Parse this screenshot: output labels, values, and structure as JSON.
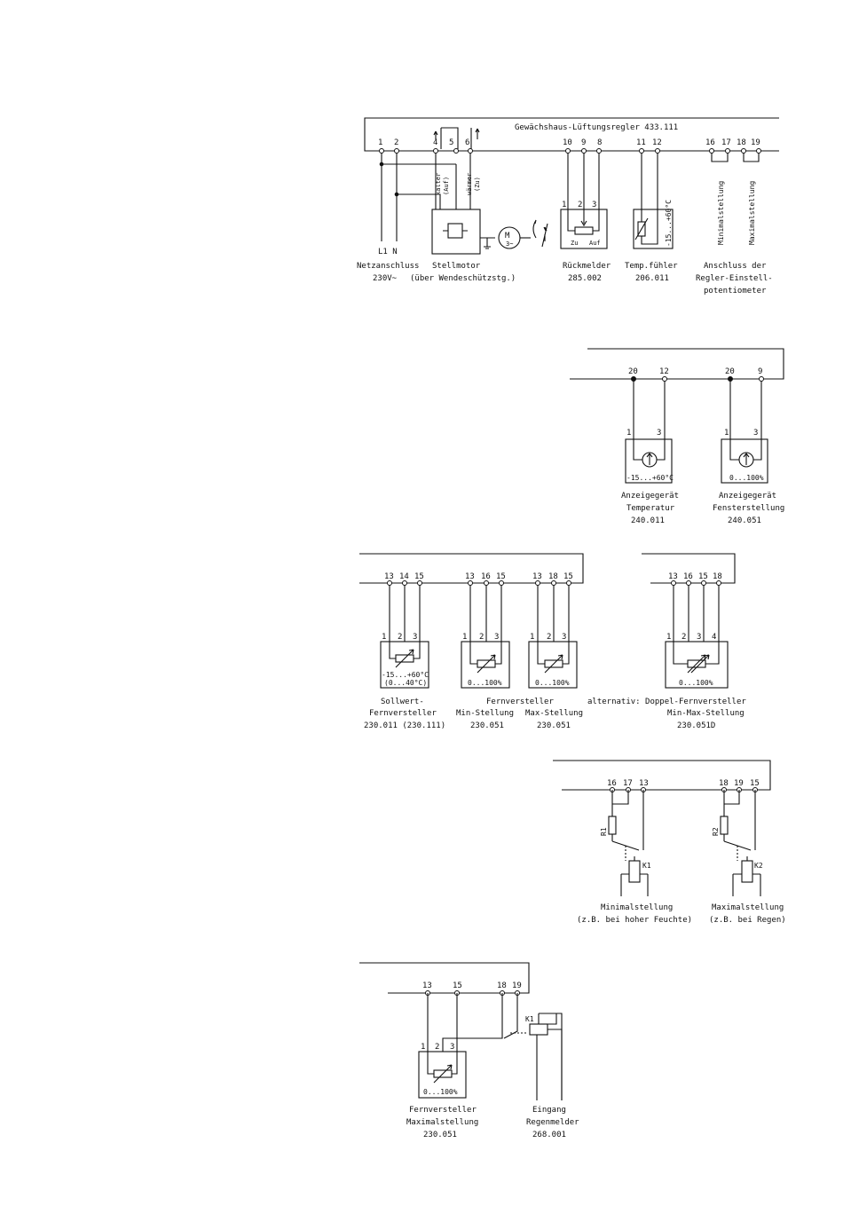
{
  "s1": {
    "title": "Gewächshaus-Lüftungsregler 433.111",
    "terminals": [
      "1",
      "2",
      "4",
      "5",
      "6",
      "10",
      "9",
      "8",
      "11",
      "12",
      "16",
      "17",
      "18",
      "19"
    ],
    "label_kalter": "kälter",
    "label_auf": "(Auf)",
    "label_waermer": "wärmer",
    "label_zu": "(Zu)",
    "rm_terminals": [
      "1",
      "2",
      "3"
    ],
    "rm_zu": "Zu",
    "rm_auf": "Auf",
    "tf_range": "-15...+60°C",
    "motor_m": "M",
    "motor_tilde": "3~",
    "min_vert": "Minimalstellung",
    "max_vert": "Maximalstellung",
    "l1n": "L1  N",
    "netz_1": "Netzanschluss",
    "netz_2": "230V~",
    "stell_1": "Stellmotor",
    "stell_2": "(über Wendeschützstg.)",
    "rm_1": "Rückmelder",
    "rm_2": "285.002",
    "tf_1": "Temp.fühler",
    "tf_2": "206.011",
    "an_1": "Anschluss der",
    "an_2": "Regler-Einstell-",
    "an_3": "potentiometer"
  },
  "s2": {
    "terminals": [
      "20",
      "12",
      "20",
      "9"
    ],
    "dev_terminals": [
      "1",
      "3",
      "1",
      "3"
    ],
    "range_temp": "-15...+60°C",
    "range_pct": "0...100%",
    "temp_1": "Anzeigegerät",
    "temp_2": "Temperatur",
    "temp_3": "240.011",
    "fen_1": "Anzeigegerät",
    "fen_2": "Fensterstellung",
    "fen_3": "240.051"
  },
  "s3": {
    "g1": [
      "13",
      "14",
      "15"
    ],
    "g2": [
      "13",
      "16",
      "15"
    ],
    "g3": [
      "13",
      "18",
      "15"
    ],
    "g4": [
      "13",
      "16",
      "15",
      "18"
    ],
    "dev3": [
      "1",
      "2",
      "3"
    ],
    "dev4": [
      "1",
      "2",
      "3",
      "4"
    ],
    "sw_range_1": "-15...+60°C",
    "sw_range_2": "(0...40°C)",
    "pct": "0...100%",
    "sw_1": "Sollwert-",
    "sw_2": "Fernversteller",
    "sw_3": "230.011 (230.111)",
    "fv_1": "Fernversteller",
    "fv_min": "Min-Stellung",
    "fv_max": "Max-Stellung",
    "fv_no": "230.051",
    "alt_1": "alternativ: Doppel-Fernversteller",
    "alt_2": "Min-Max-Stellung",
    "alt_3": "230.051D"
  },
  "s4": {
    "t1": [
      "16",
      "17",
      "13"
    ],
    "t2": [
      "18",
      "19",
      "15"
    ],
    "r1": "R1",
    "r2": "R2",
    "k1": "K1",
    "k2": "K2",
    "min_1": "Minimalstellung",
    "min_2": "(z.B. bei hoher Feuchte)",
    "max_1": "Maximalstellung",
    "max_2": "(z.B. bei Regen)"
  },
  "s5": {
    "terminals": [
      "13",
      "15",
      "18",
      "19"
    ],
    "dev": [
      "1",
      "2",
      "3"
    ],
    "pct": "0...100%",
    "k1": "K1",
    "fv_1": "Fernversteller",
    "fv_2": "Maximalstellung",
    "fv_3": "230.051",
    "ein_1": "Eingang",
    "ein_2": "Regenmelder",
    "ein_3": "268.001"
  }
}
